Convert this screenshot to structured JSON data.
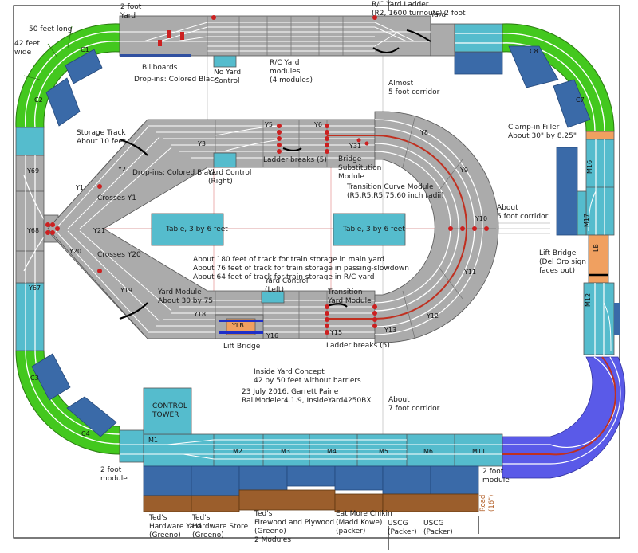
{
  "colors": {
    "module_gray": "#ababab",
    "yard_cyan": "#55bccd",
    "curve_green": "#43c81e",
    "industry_blue": "#3a6aa8",
    "building_brown": "#9b5e2c",
    "bridge_orange": "#f0a060",
    "bridge_blue": "#1f2fc8",
    "purple_module": "#5a5ae8",
    "turnout_red": "#cc2020"
  },
  "labels": {
    "yard_top_left": "2 foot\nYard",
    "rc_yard_ladder": "R/C Yard Ladder\n(R2, 1600 turnouts) 2 foot",
    "yard_top_right": "Yard",
    "long_50": "50 feet long",
    "wide_42": "42 feet\nwide",
    "billboards": "Billboards",
    "drop_ins_top": "Drop-ins: Colored Black",
    "no_yard_control": "No Yard\nControl",
    "rc_yard_modules": "R/C Yard\nmodules\n(4 modules)",
    "almost_5": "Almost\n5 foot corridor",
    "storage_track": "Storage Track\nAbout 10 feet",
    "drop_ins_mid": "Drop-ins: Colored Black",
    "yard_control_right": "Yard Control\n(Right)",
    "ladder_breaks_top": "Ladder breaks (5)",
    "bridge_sub": "Bridge\nSubstitution\nModule",
    "transition_curve": "Transition Curve Module\n(R5,R5,R5,75,60 inch radii)",
    "clamp_in": "Clamp-in Filler\nAbout 30\" by 8.25\"",
    "crosses_y1": "Crosses Y1",
    "crosses_y20": "Crosses Y20",
    "table_left": "Table, 3 by 6 feet",
    "table_right": "Table, 3 by 6 feet",
    "about_5": "About\n5 foot corridor",
    "lift_bridge_right": "Lift Bridge\n(Del Oro sign\nfaces out)",
    "storage_summary": "About 180 feet of track for train storage in main yard\nAbout 76 feet of track for train storage in passing-slowdown\nAbout 64 feet of track for train storage in R/C yard",
    "yard_module": "Yard Module\nAbout 30 by 75",
    "yard_control_left": "Yard Control\n(Left)",
    "transition_yard": "Transition\nYard Module",
    "ladder_breaks_bottom": "Ladder breaks (5)",
    "lift_bridge_bottom": "Lift Bridge",
    "concept": "Inside Yard Concept\n42 by 50 feet without barriers",
    "credits": "23 July 2016, Garrett Paine\nRailModeler4.1.9, InsideYard4250BX",
    "about_7": "About\n7 foot corridor",
    "control_tower": "CONTROL\nTOWER",
    "two_foot_left": "2 foot\nmodule",
    "two_foot_right": "2 foot\nmodule",
    "teds_hw_yard": "Ted's\nHardware Yard\n(Greeno)",
    "teds_hw_store": "Ted's\nHardware Store\n(Greeno)",
    "teds_firewood": "Ted's\nFirewood and Plywood\n(Greeno)\n2 Modules",
    "eat_more": "Eat More Chikin\n(Madd Kowe)\n(packer)",
    "uscg_1": "USCG\n(Packer)",
    "uscg_2": "USCG\n(Packer)",
    "road": "Road\n(16\")"
  },
  "module_labels": {
    "c1": "C1",
    "c2": "C2",
    "c3": "C3",
    "c4": "C4",
    "c7": "C7",
    "c8": "C8",
    "y1": "Y1",
    "y2": "Y2",
    "y3": "Y3",
    "y5": "Y5",
    "y6": "Y6",
    "y8": "Y8",
    "y9": "Y9",
    "y10": "Y10",
    "y11": "Y11",
    "y12": "Y12",
    "y13": "Y13",
    "y15": "Y15",
    "y16": "Y16",
    "y18": "Y18",
    "y19": "Y19",
    "y20": "Y20",
    "y21": "Y21",
    "y31": "Y31",
    "y67": "Y67",
    "y68": "Y68",
    "y69": "Y69",
    "ylb": "YLB",
    "m1": "M1",
    "m2": "M2",
    "m3": "M3",
    "m4": "M4",
    "m5": "M5",
    "m6": "M6",
    "m11": "M11",
    "m12": "M12",
    "m16": "M16",
    "m17": "M17",
    "lb": "LB"
  }
}
